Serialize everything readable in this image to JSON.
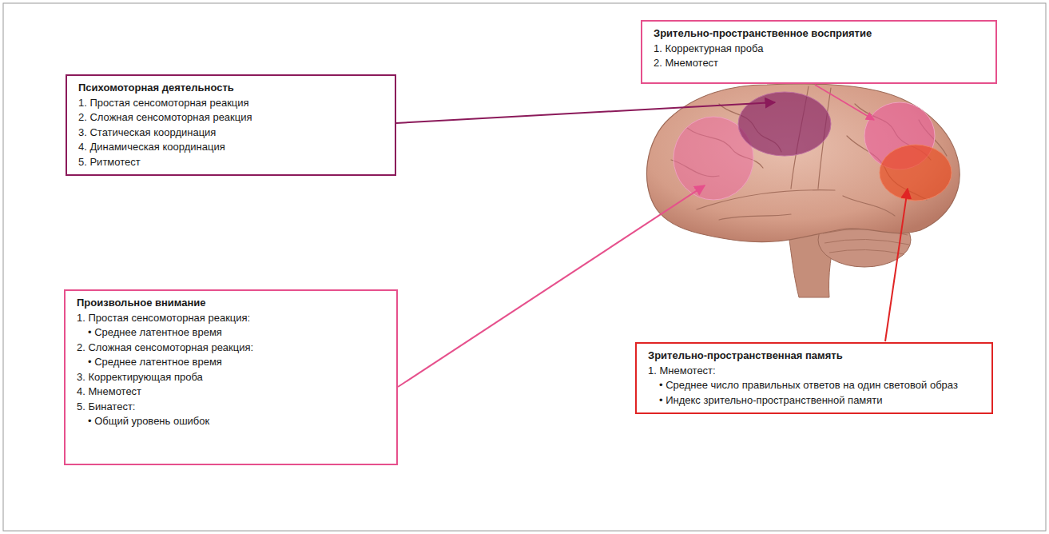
{
  "diagram": {
    "nodes": [
      {
        "text": [
          "Зрительно-пространственное восприятие",
          "1. Корректурная проба",
          "2. Мнемотест"
        ]
      },
      {
        "text": [
          "Психомоторная деятельность",
          "1. Простая сенсомоторная реакция",
          "2. Сложная сенсомоторная реакция",
          "3. Статическая координация",
          "4. Динамическая координация",
          "5. Ритмотест"
        ]
      },
      {
        "text": [
          "Произвольное внимание",
          "1. Простая сенсомоторная реакция:",
          "• Среднее латентное время",
          "2. Сложная сенсомоторная реакция:",
          "• Среднее латентное время",
          "3. Корректирующая проба",
          "4. Мнемотест",
          "5. Бинатест:",
          "• Общий уровень ошибок"
        ]
      },
      {
        "text": [
          "Зрительно-пространственная память",
          "1. Мнемотест:",
          "• Среднее число правильных ответов на один световой образ",
          "• Индекс зрительно-пространственной памяти"
        ]
      }
    ]
  }
}
